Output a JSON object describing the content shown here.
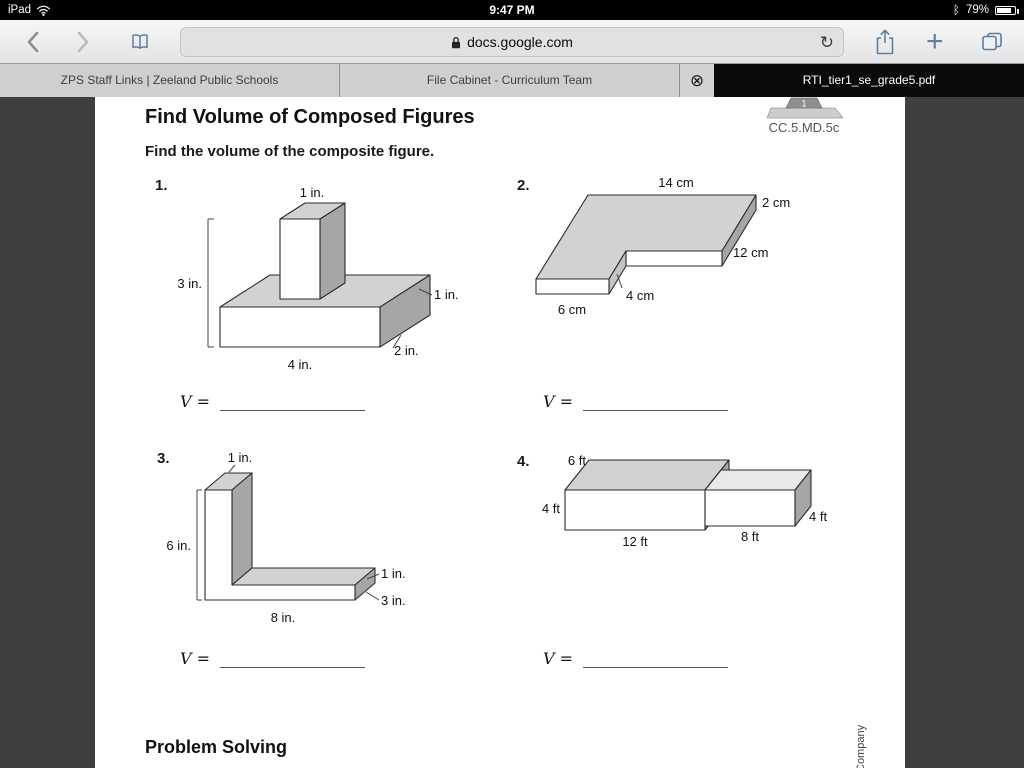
{
  "status_bar": {
    "device": "iPad",
    "time": "9:47 PM",
    "battery_percent": "79%",
    "bluetooth_glyph": "ᛒ"
  },
  "toolbar": {
    "url": "docs.google.com",
    "reload_glyph": "↻",
    "new_tab_glyph": "+"
  },
  "tab_bar": {
    "close_glyph": "⊗",
    "tabs": [
      {
        "label": "ZPS Staff Links | Zeeland Public Schools"
      },
      {
        "label": "File Cabinet - Curriculum Team"
      },
      {
        "label": "RTI_tier1_se_grade5.pdf"
      }
    ]
  },
  "worksheet": {
    "title": "Find Volume of Composed Figures",
    "lesson_badge": {
      "number": "1",
      "standard": "CC.5.MD.5c"
    },
    "instruction": "Find the volume of the composite figure.",
    "answer_prefix": "V =",
    "problems": [
      {
        "number": "1.",
        "labels": {
          "top": "1 in.",
          "left": "3 in.",
          "right": "1 in.",
          "depth": "2 in.",
          "bottom": "4 in."
        }
      },
      {
        "number": "2.",
        "labels": {
          "top": "14 cm",
          "thickness": "2 cm",
          "right": "12 cm",
          "step": "4 cm",
          "front": "6 cm"
        }
      },
      {
        "number": "3.",
        "labels": {
          "top": "1 in.",
          "left": "6 in.",
          "right": "1 in.",
          "depth": "3 in.",
          "bottom": "8 in."
        }
      },
      {
        "number": "4.",
        "labels": {
          "top": "6 ft",
          "left": "4 ft",
          "bottom_left": "12 ft",
          "bottom_right": "8 ft",
          "right": "4 ft"
        }
      }
    ],
    "next_section": "Problem Solving",
    "edge_text": "Company"
  }
}
